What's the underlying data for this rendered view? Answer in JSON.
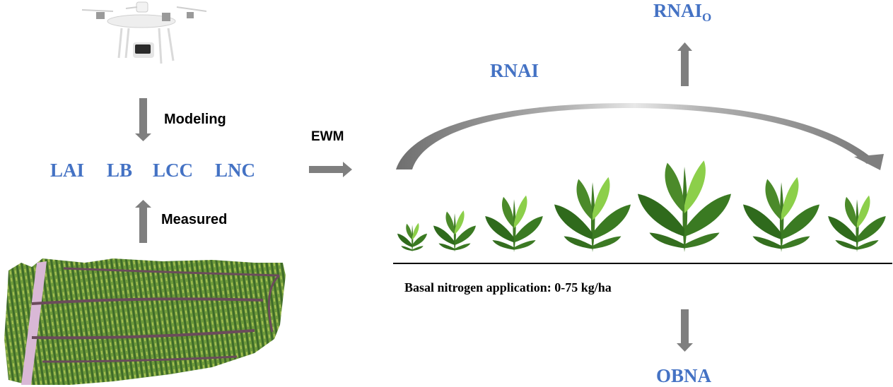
{
  "left_panel": {
    "drone_image": "multispectral-drone",
    "modeling_label": "Modeling",
    "measured_label": "Measured",
    "indicators": [
      "LAI",
      "LB",
      "LCC",
      "LNC"
    ],
    "field_image": "uav-orthomosaic-tobacco-field"
  },
  "middle": {
    "method_label": "EWM"
  },
  "right_panel": {
    "index_label": "RNAI",
    "optimal_label_main": "RNAI",
    "optimal_label_sub": "O",
    "baseline_caption": "Basal nitrogen application: 0-75 kg/ha",
    "output_label": "OBNA",
    "plant_count": 7
  },
  "colors": {
    "accent_blue": "#4472c4",
    "arrow_gray": "#7f7f7f",
    "text_black": "#000000"
  }
}
